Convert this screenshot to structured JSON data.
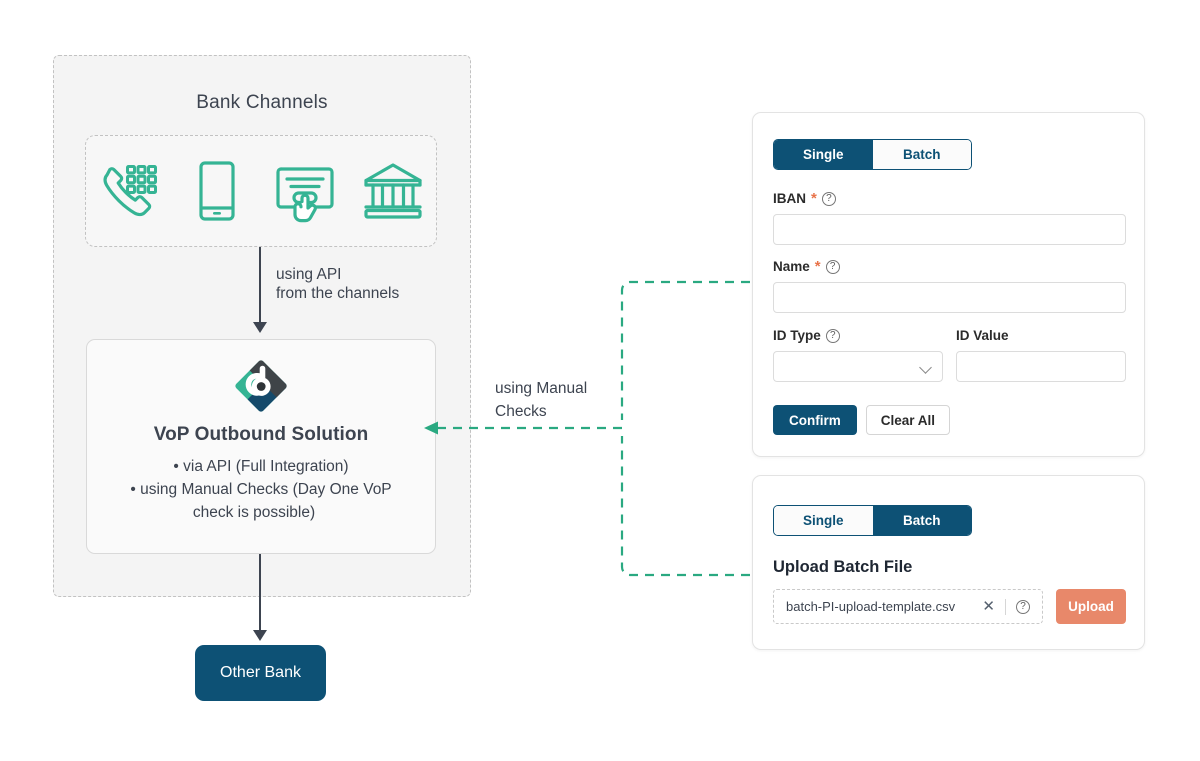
{
  "diagram": {
    "bank_channels": {
      "title": "Bank Channels",
      "icons": [
        {
          "name": "phone-keypad-icon",
          "label": "Phone Banking"
        },
        {
          "name": "mobile-phone-icon",
          "label": "Mobile Banking"
        },
        {
          "name": "atm-touchscreen-icon",
          "label": "ATM / Self Service"
        },
        {
          "name": "bank-building-icon",
          "label": "Branch"
        }
      ]
    },
    "api_label_line1": "using API",
    "api_label_line2": "from the channels",
    "vop": {
      "logo_name": "vop-diamond-logo",
      "title": "VoP Outbound Solution",
      "bullets": [
        "via API (Full Integration)",
        "using Manual Checks (Day One VoP check is possible)"
      ],
      "bullet_1": "via API (Full Integration)",
      "bullet_2": "using Manual Checks (Day One VoP",
      "bullet_2b": "check is possible)"
    },
    "manual_label_line1": "using Manual",
    "manual_label_line2": "Checks",
    "other_bank": "Other Bank"
  },
  "single_card": {
    "tabs": [
      {
        "label": "Single",
        "active": true
      },
      {
        "label": "Batch",
        "active": false
      }
    ],
    "tab_single": "Single",
    "tab_batch": "Batch",
    "fields": {
      "iban_label": "IBAN",
      "iban_value": "",
      "iban_required": "*",
      "name_label": "Name",
      "name_value": "",
      "name_required": "*",
      "id_type_label": "ID Type",
      "id_type_value": "",
      "id_value_label": "ID Value",
      "id_value_value": ""
    },
    "confirm_label": "Confirm",
    "clear_label": "Clear All",
    "help_icon": "?"
  },
  "batch_card": {
    "tab_single": "Single",
    "tab_batch": "Batch",
    "upload_title": "Upload Batch File",
    "file_name": "batch-PI-upload-template.csv",
    "clear_icon": "✕",
    "help_icon": "?",
    "upload_label": "Upload"
  },
  "colors": {
    "navy": "#0d5175",
    "teal": "#35b494",
    "coral": "#e8886a",
    "required_asterisk": "#e8734a",
    "text": "#3d4450",
    "panel_bg": "#f4f4f4"
  }
}
